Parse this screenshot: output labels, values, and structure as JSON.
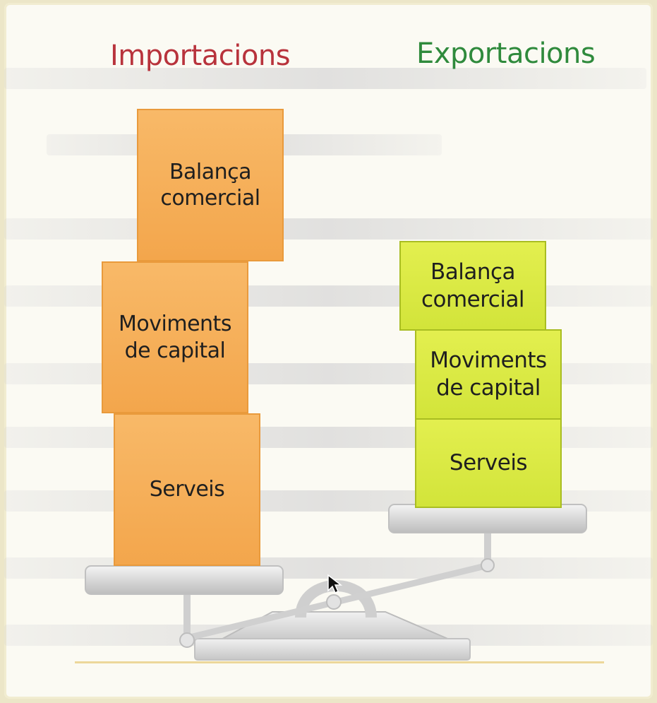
{
  "titles": {
    "imports": "Importacions",
    "exports": "Exportacions"
  },
  "imports_stack": [
    {
      "label": "Balança\ncomercial"
    },
    {
      "label": "Moviments\nde capital"
    },
    {
      "label": "Serveis"
    }
  ],
  "exports_stack": [
    {
      "label": "Balança\ncomercial"
    },
    {
      "label": "Moviments\nde capital"
    },
    {
      "label": "Serveis"
    }
  ],
  "colors": {
    "imports_title": "#b8333c",
    "exports_title": "#2f8a3c",
    "imports_box": "#f3a64c",
    "exports_box": "#d2e43a"
  },
  "icons": [
    "balance-scale-icon",
    "mouse-cursor-icon"
  ]
}
